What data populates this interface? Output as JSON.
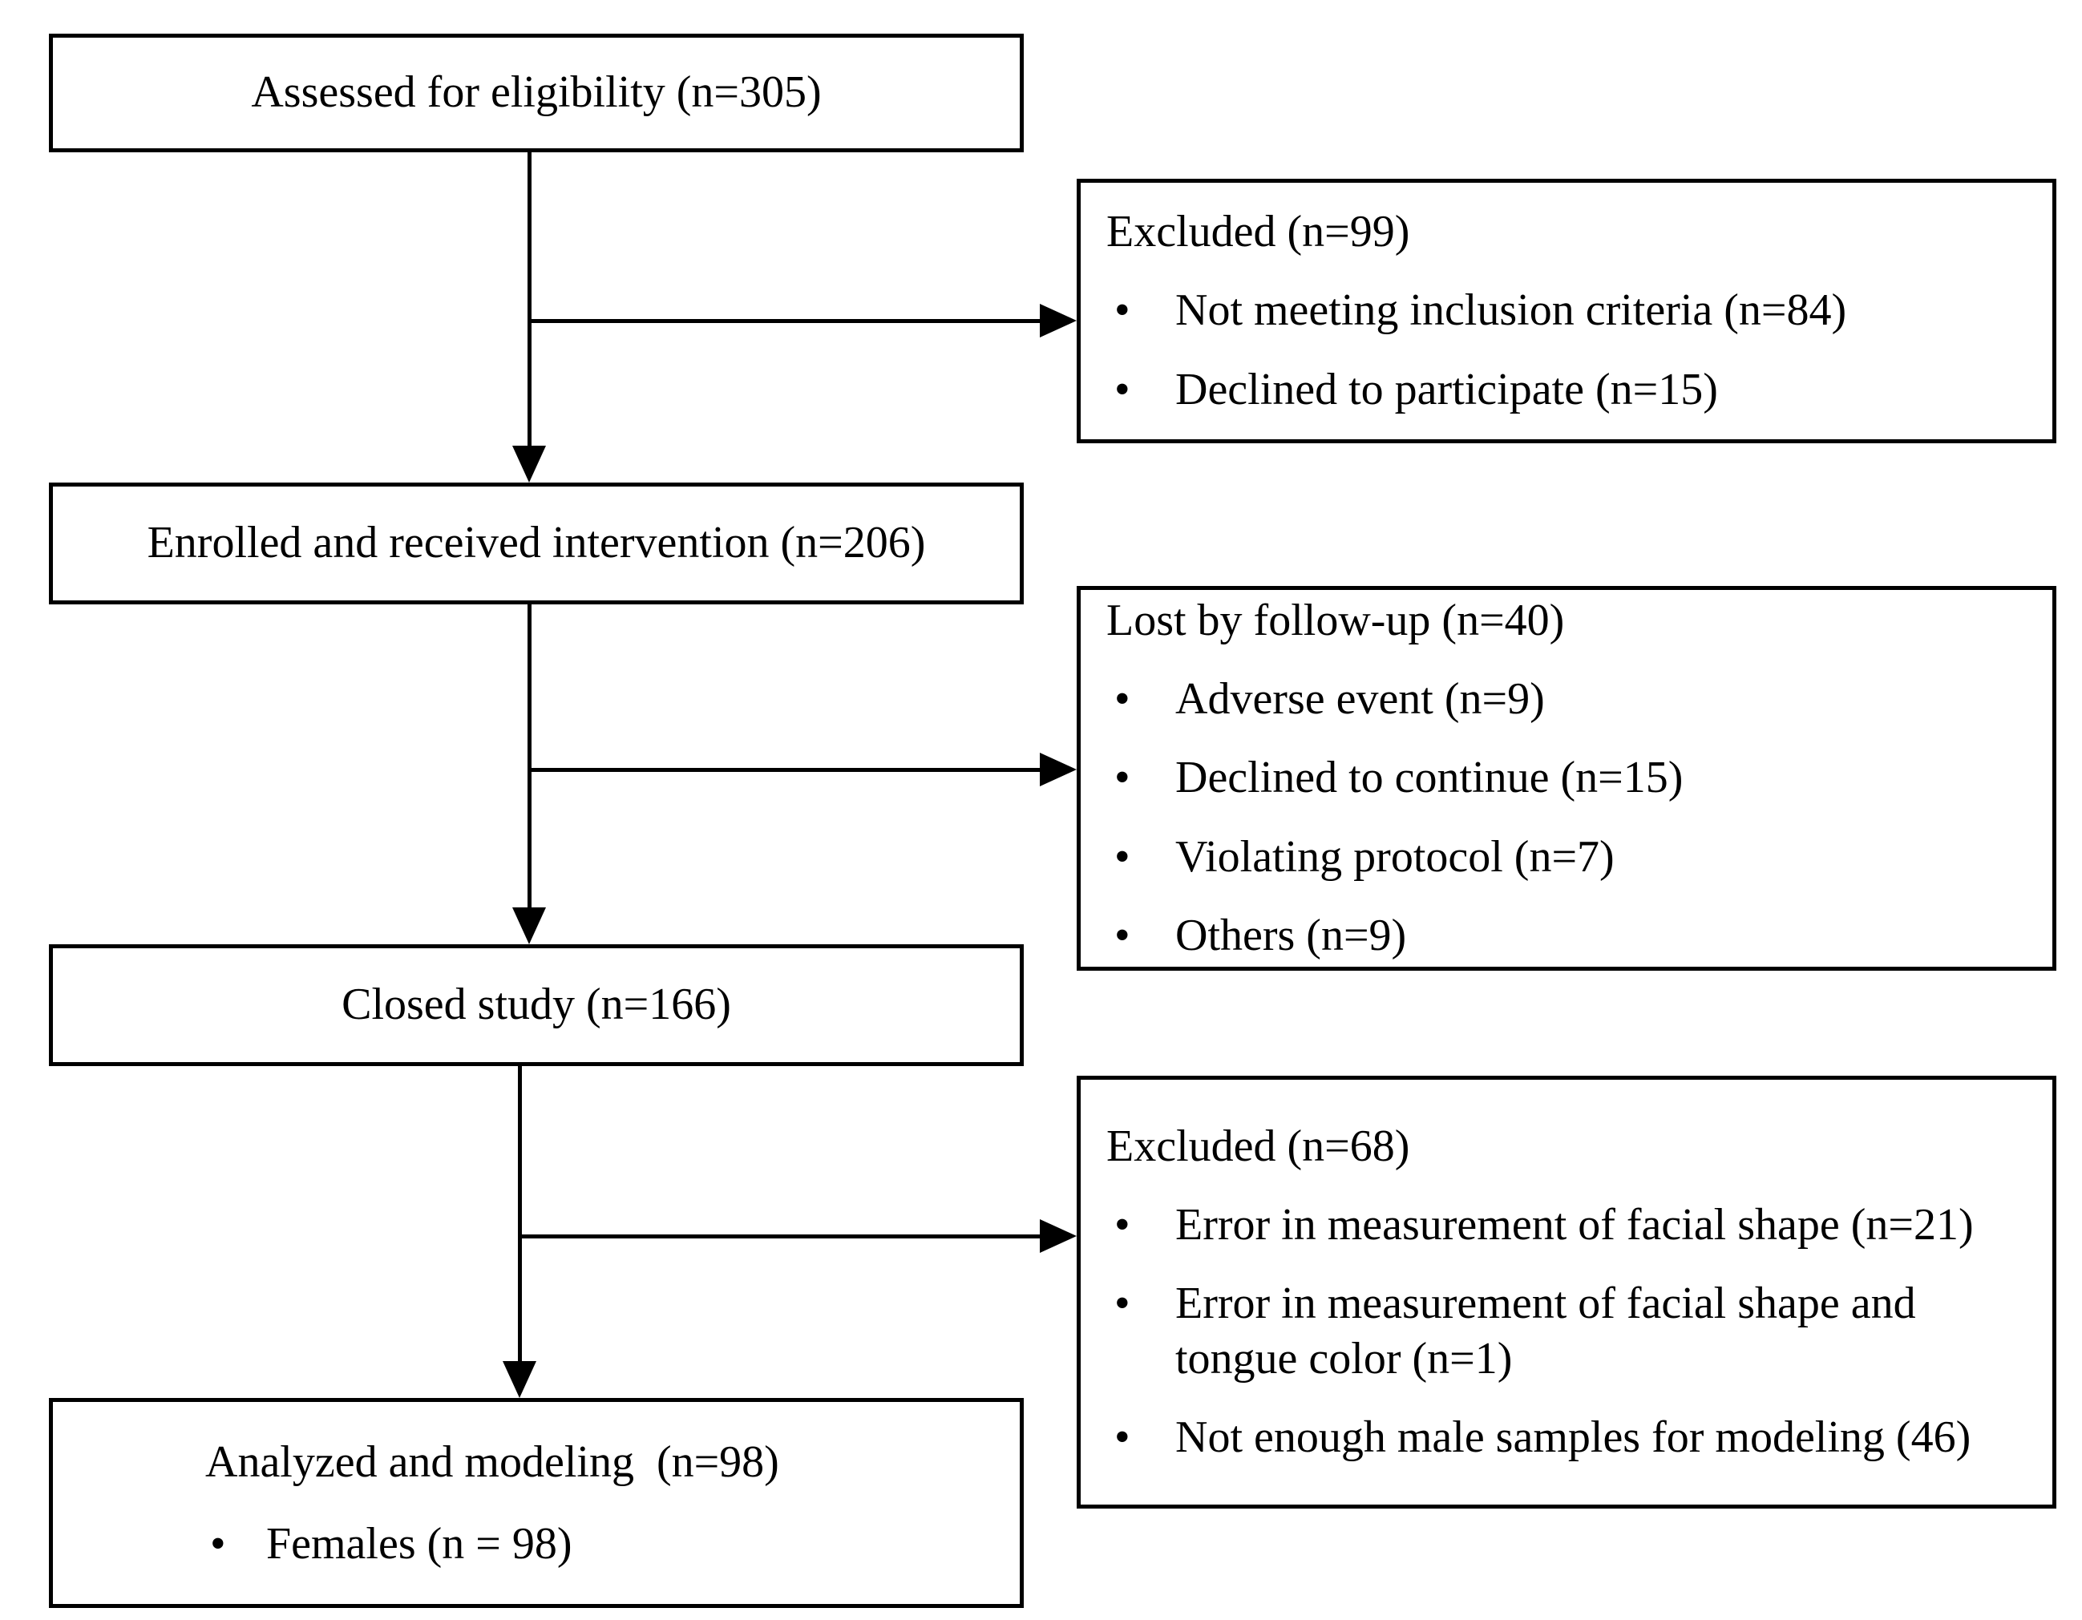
{
  "colors": {
    "ink": "#000000",
    "background": "#ffffff"
  },
  "boxes": {
    "assessed": {
      "title": "Assessed for eligibility (n=305)"
    },
    "excluded_screening": {
      "title": "Excluded (n=99)",
      "bullets": [
        "Not meeting inclusion criteria (n=84)",
        "Declined to participate (n=15)"
      ]
    },
    "enrolled": {
      "title": "Enrolled and received intervention (n=206)"
    },
    "lost_followup": {
      "title": "Lost by follow-up (n=40)",
      "bullets": [
        "Adverse event (n=9)",
        "Declined to continue (n=15)",
        "Violating protocol (n=7)",
        "Others (n=9)"
      ]
    },
    "closed": {
      "title": "Closed study (n=166)"
    },
    "excluded_analysis": {
      "title": "Excluded (n=68)",
      "bullets": [
        "Error in measurement of facial shape (n=21)",
        "Error in measurement of facial shape and tongue color (n=1)",
        "Not enough male samples for modeling (46)"
      ]
    },
    "analyzed": {
      "title": "Analyzed and modeling  (n=98)",
      "bullets": [
        "Females (n = 98)"
      ]
    }
  },
  "connections": [
    {
      "from": "assessed",
      "to": "enrolled"
    },
    {
      "from": "assessed",
      "to": "excluded_screening"
    },
    {
      "from": "enrolled",
      "to": "closed"
    },
    {
      "from": "enrolled",
      "to": "lost_followup"
    },
    {
      "from": "closed",
      "to": "analyzed"
    },
    {
      "from": "closed",
      "to": "excluded_analysis"
    }
  ]
}
